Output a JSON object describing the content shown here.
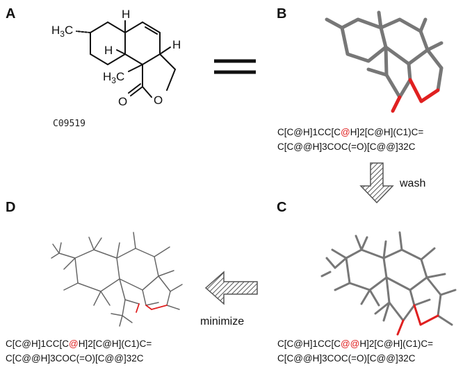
{
  "panels": {
    "a": {
      "label": "A",
      "compound_id": "C09519"
    },
    "b": {
      "label": "B",
      "smiles_line1": {
        "pre": "C[C@H]1CC[C",
        "hl": "@",
        "post": "H]2[C@H](C1)C="
      },
      "smiles_line2": "C[C@@H]3COC(=O)[C@@]32C"
    },
    "c": {
      "label": "C",
      "smiles_line1": {
        "pre": "C[C@H]1CC[C",
        "hl": "@@",
        "post": "H]2[C@H](C1)C="
      },
      "smiles_line2": "C[C@@H]3COC(=O)[C@@]32C"
    },
    "d": {
      "label": "D",
      "smiles_line1": {
        "pre": "C[C@H]1CC[C",
        "hl": "@",
        "post": "H]2[C@H](C1)C="
      },
      "smiles_line2": "C[C@@H]3COC(=O)[C@@]32C"
    }
  },
  "atoms": {
    "h": "H",
    "ch3_c": "H",
    "ch3_sub": "3",
    "ch3_tail": "C",
    "o": "O"
  },
  "steps": {
    "wash": "wash",
    "minimize": "minimize"
  },
  "colors": {
    "text": "#111111",
    "highlight": "#e02020",
    "bond_gray": "#777777",
    "oxygen": "#e02020",
    "arrow_hatch": "#555555"
  }
}
